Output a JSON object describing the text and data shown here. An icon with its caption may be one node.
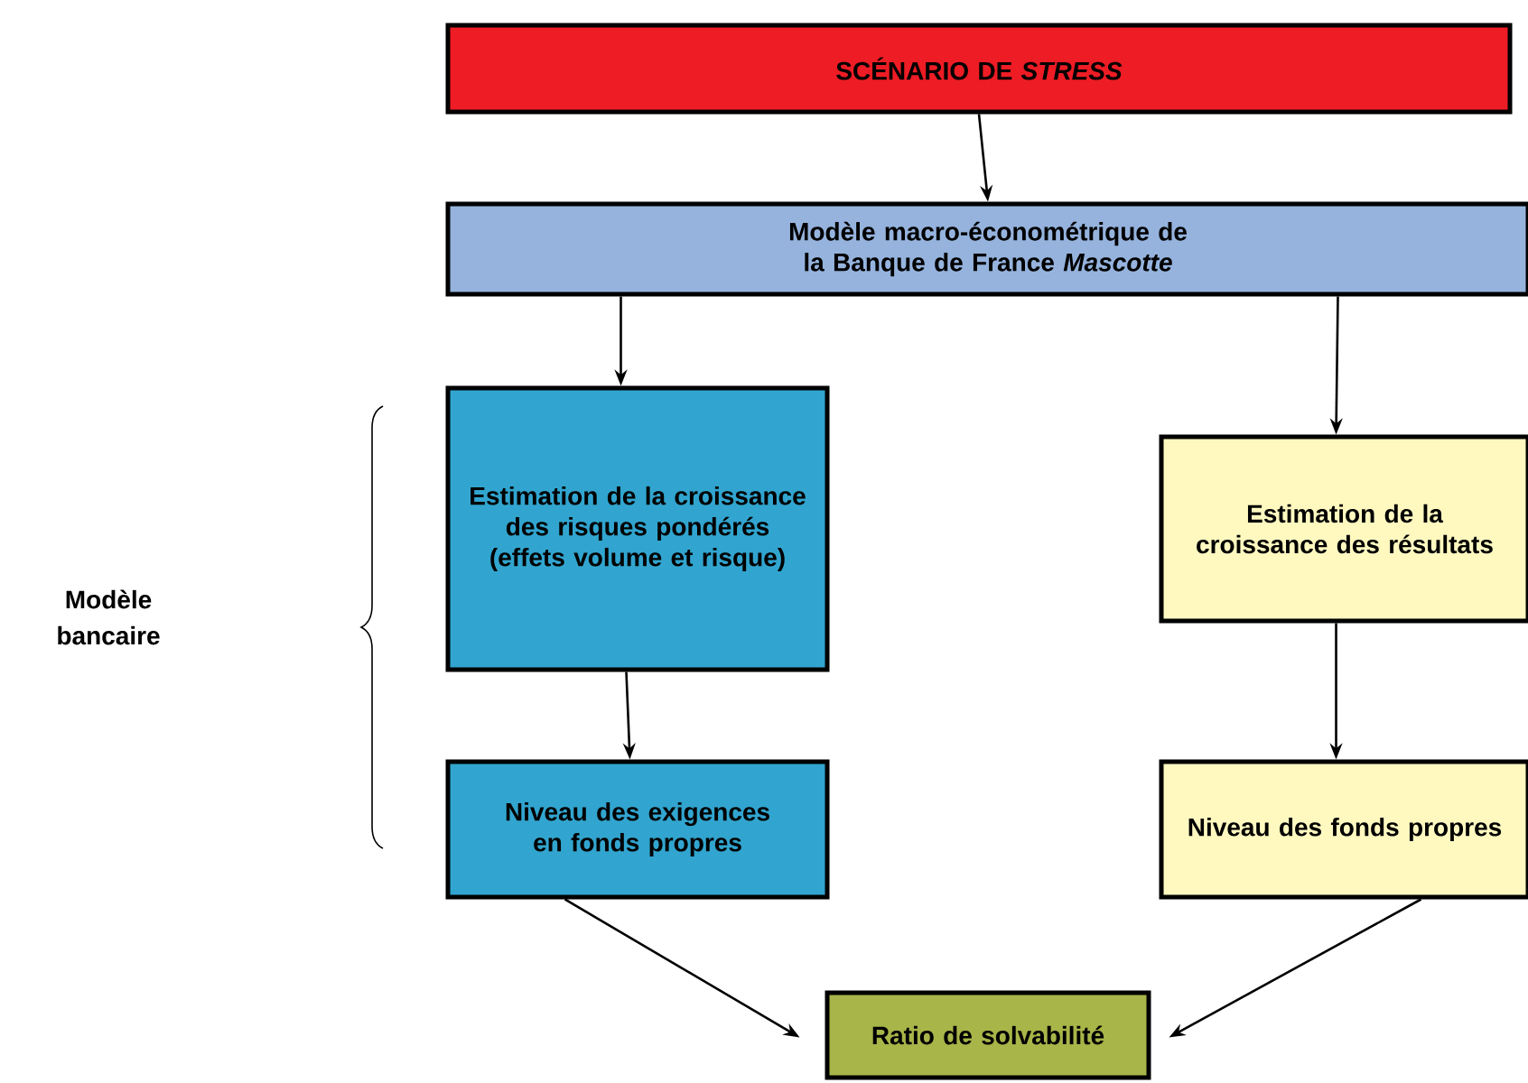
{
  "diagram": {
    "nodes": [
      {
        "text": [
          "SCÉNARIO DE *STRESS*"
        ]
      },
      {
        "text": [
          "Modèle macro-économétrique de la Banque de France *Mascotte*"
        ]
      },
      {
        "text": [
          "Estimation de la croissance des risques pondérés (effets volume et risque)"
        ]
      },
      {
        "text": [
          "Estimation de la croissance des résultats"
        ]
      },
      {
        "text": [
          "Niveau des exigences en fonds propres"
        ]
      },
      {
        "text": [
          "Niveau des fonds propres"
        ]
      },
      {
        "text": [
          "Ratio de solvabilité"
        ]
      }
    ],
    "edges": [
      {
        "from": 0,
        "to": 1,
        "arrow": "to"
      },
      {
        "from": 1,
        "to": 2,
        "arrow": "to"
      },
      {
        "from": 1,
        "to": 3,
        "arrow": "to"
      },
      {
        "from": 2,
        "to": 4,
        "arrow": "to"
      },
      {
        "from": 3,
        "to": 5,
        "arrow": "to"
      },
      {
        "from": 4,
        "to": 6,
        "arrow": "to"
      },
      {
        "from": 5,
        "to": 6,
        "arrow": "to"
      }
    ],
    "labels": [
      "Modèle bancaire"
    ]
  }
}
